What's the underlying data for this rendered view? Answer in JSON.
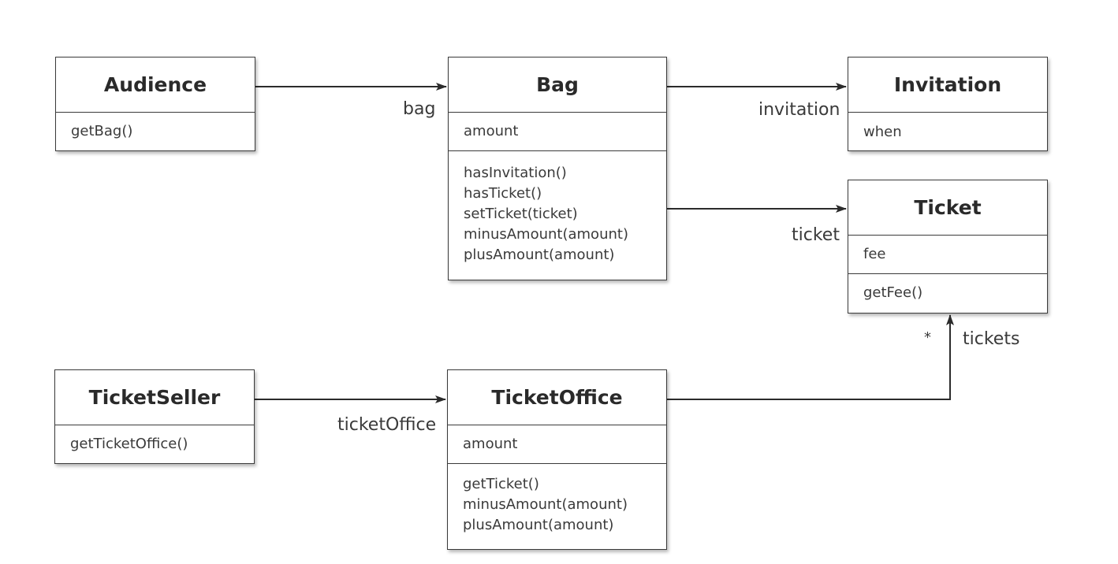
{
  "classes": {
    "audience": {
      "name": "Audience",
      "attributes": [],
      "methods": [
        "getBag()"
      ]
    },
    "bag": {
      "name": "Bag",
      "attributes": [
        "amount"
      ],
      "methods": [
        "hasInvitation()",
        "hasTicket()",
        "setTicket(ticket)",
        "minusAmount(amount)",
        "plusAmount(amount)"
      ]
    },
    "invitation": {
      "name": "Invitation",
      "attributes": [
        "when"
      ],
      "methods": []
    },
    "ticket": {
      "name": "Ticket",
      "attributes": [
        "fee"
      ],
      "methods": [
        "getFee()"
      ]
    },
    "ticket_seller": {
      "name": "TicketSeller",
      "attributes": [],
      "methods": [
        "getTicketOffice()"
      ]
    },
    "ticket_office": {
      "name": "TicketOffice",
      "attributes": [
        "amount"
      ],
      "methods": [
        "getTicket()",
        "minusAmount(amount)",
        "plusAmount(amount)"
      ]
    }
  },
  "associations": {
    "audience_bag": {
      "from": "Audience",
      "to": "Bag",
      "role": "bag"
    },
    "bag_invitation": {
      "from": "Bag",
      "to": "Invitation",
      "role": "invitation"
    },
    "bag_ticket": {
      "from": "Bag",
      "to": "Ticket",
      "role": "ticket"
    },
    "seller_office": {
      "from": "TicketSeller",
      "to": "TicketOffice",
      "role": "ticketOffice"
    },
    "office_tickets": {
      "from": "TicketOffice",
      "to": "Ticket",
      "role": "tickets",
      "multiplicity": "*"
    }
  },
  "colors": {
    "line": "#2b2b2b",
    "text": "#3a3a3a"
  }
}
